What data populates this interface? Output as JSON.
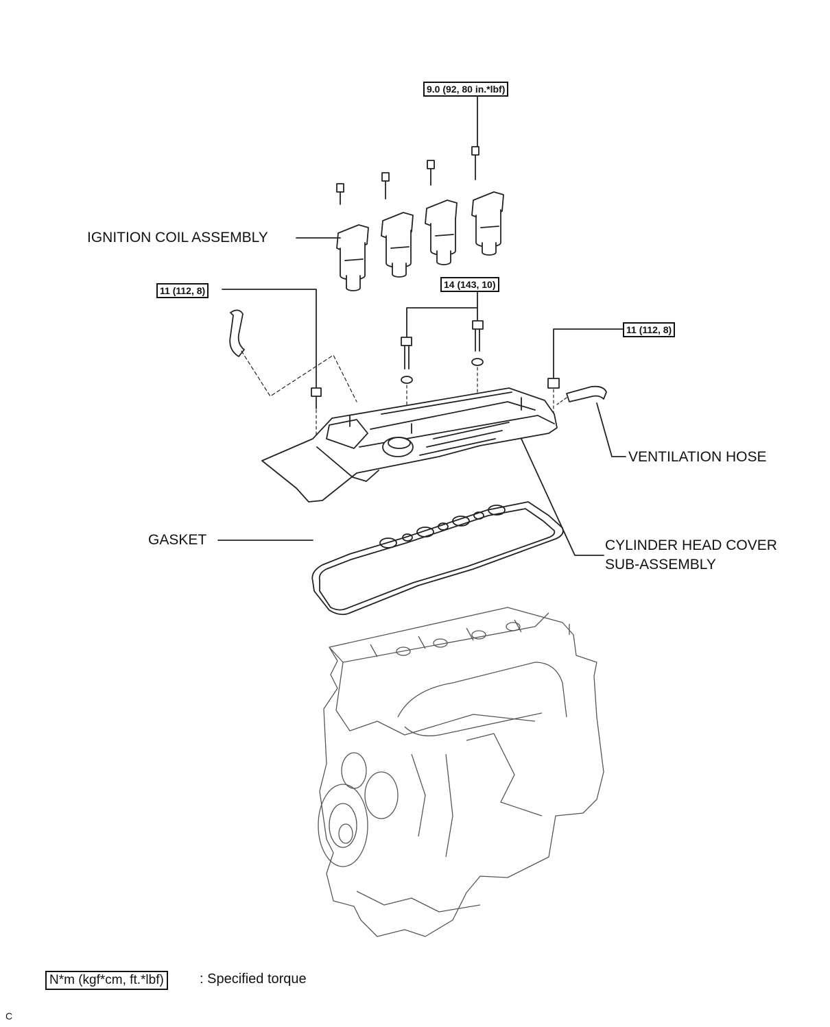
{
  "torque": {
    "coil_bolts": "9.0 (92, 80 in.*lbf)",
    "left_bolt": "11 (112, 8)",
    "center_bolts": "14 (143, 10)",
    "right_nut": "11 (112, 8)"
  },
  "labels": {
    "ignition_coil": "IGNITION COIL ASSEMBLY",
    "ventilation_hose": "VENTILATION HOSE",
    "gasket": "GASKET",
    "cylinder_head_cover_line1": "CYLINDER HEAD COVER",
    "cylinder_head_cover_line2": "SUB-ASSEMBLY"
  },
  "legend": {
    "unit_box": "N*m (kgf*cm, ft.*lbf)",
    "description": ": Specified torque"
  },
  "corner_mark": "C"
}
